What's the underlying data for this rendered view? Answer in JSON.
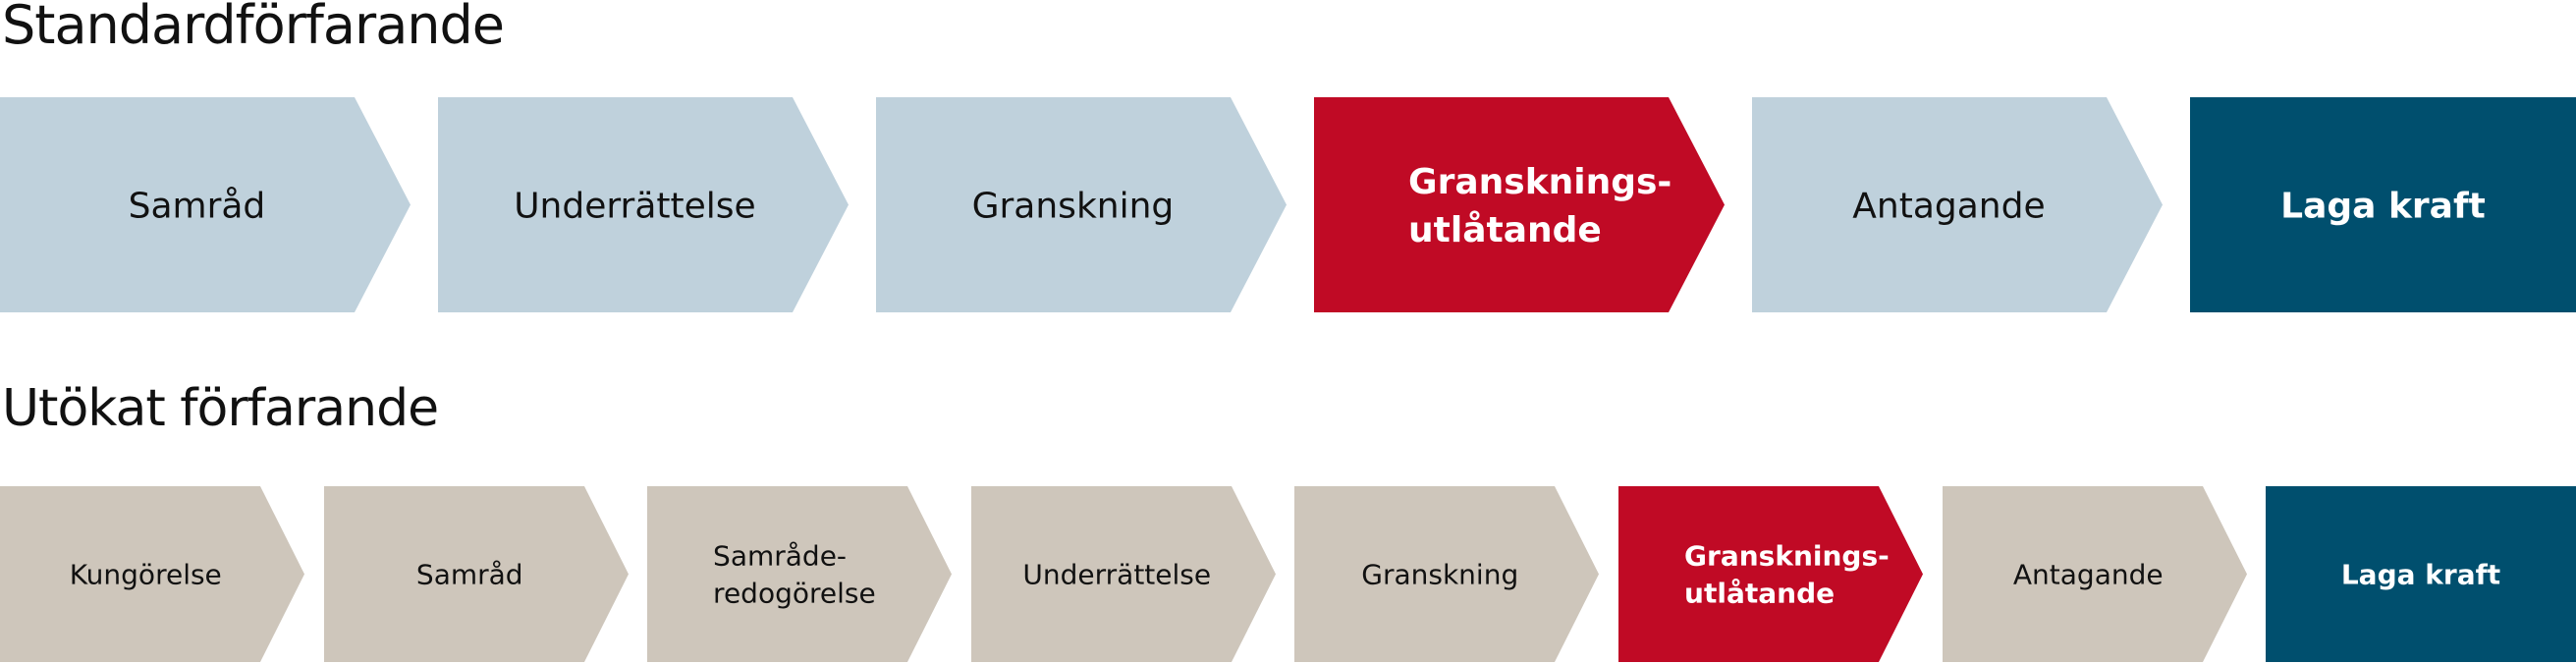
{
  "colors": {
    "standard_step": "#bfd1dc",
    "extended_step": "#cec6bb",
    "current_step": "#c00a25",
    "final_step": "#004f6e"
  },
  "standard": {
    "title": "Standardförfarande",
    "steps": [
      {
        "lines": [
          "Samråd"
        ],
        "state": "normal"
      },
      {
        "lines": [
          "Underrättelse"
        ],
        "state": "normal"
      },
      {
        "lines": [
          "Granskning"
        ],
        "state": "normal"
      },
      {
        "lines": [
          "Gransknings-",
          "utlåtande"
        ],
        "state": "current"
      },
      {
        "lines": [
          "Antagande"
        ],
        "state": "normal"
      },
      {
        "lines": [
          "Laga kraft"
        ],
        "state": "final"
      }
    ]
  },
  "extended": {
    "title": "Utökat förfarande",
    "steps": [
      {
        "lines": [
          "Kungörelse"
        ],
        "state": "normal"
      },
      {
        "lines": [
          "Samråd"
        ],
        "state": "normal"
      },
      {
        "lines": [
          "Samråde-",
          "redogörelse"
        ],
        "state": "normal"
      },
      {
        "lines": [
          "Underrättelse"
        ],
        "state": "normal"
      },
      {
        "lines": [
          "Granskning"
        ],
        "state": "normal"
      },
      {
        "lines": [
          "Gransknings-",
          "utlåtande"
        ],
        "state": "current"
      },
      {
        "lines": [
          "Antagande"
        ],
        "state": "normal"
      },
      {
        "lines": [
          "Laga kraft"
        ],
        "state": "final"
      }
    ]
  }
}
